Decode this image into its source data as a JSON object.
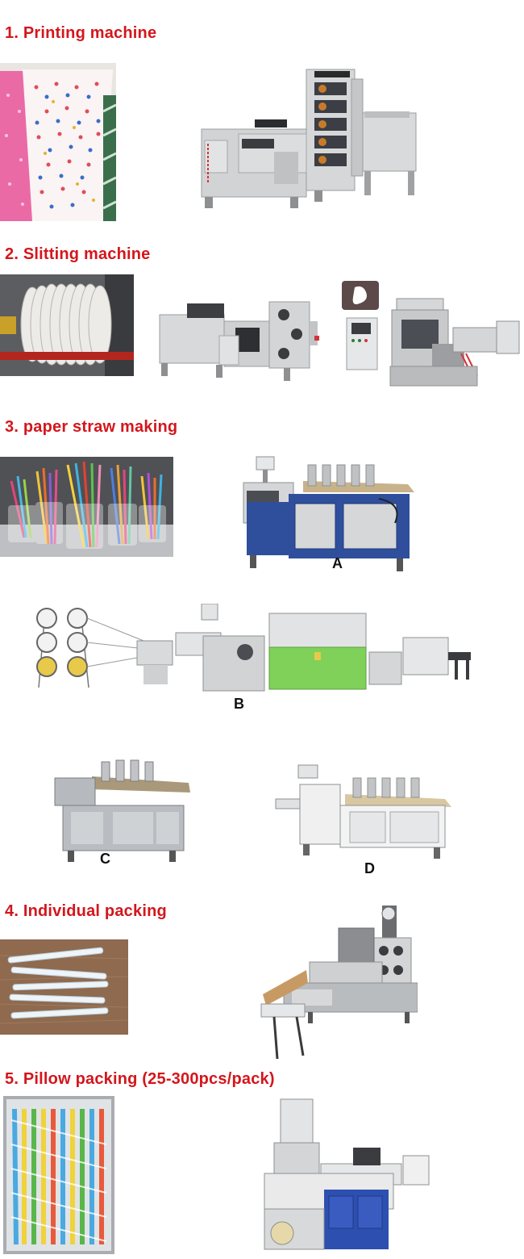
{
  "sections": {
    "printing": {
      "title": "1. Printing machine"
    },
    "slitting": {
      "title": "2. Slitting machine"
    },
    "straw": {
      "title": "3. paper straw making"
    },
    "individual": {
      "title": "4. Individual packing"
    },
    "pillow": {
      "title": "5. Pillow packing (25-300pcs/pack)"
    }
  },
  "labels": {
    "a": "A",
    "b": "B",
    "c": "C",
    "d": "D"
  },
  "colors": {
    "heading": "#d4161c",
    "machine_grey": "#cfd1d3",
    "machine_blue": "#2f4f9c",
    "stainless": "#b9bcc0",
    "panel_green": "#7fd15a"
  },
  "icons": [
    "paper-cup-photo",
    "printing-machine-icon",
    "paper-roll-photo",
    "slitting-machine-icon",
    "control-cabinet-icon",
    "rewinder-machine-icon",
    "paper-straws-photo",
    "straw-machine-icon",
    "packed-straws-photo",
    "packing-machine-icon"
  ]
}
